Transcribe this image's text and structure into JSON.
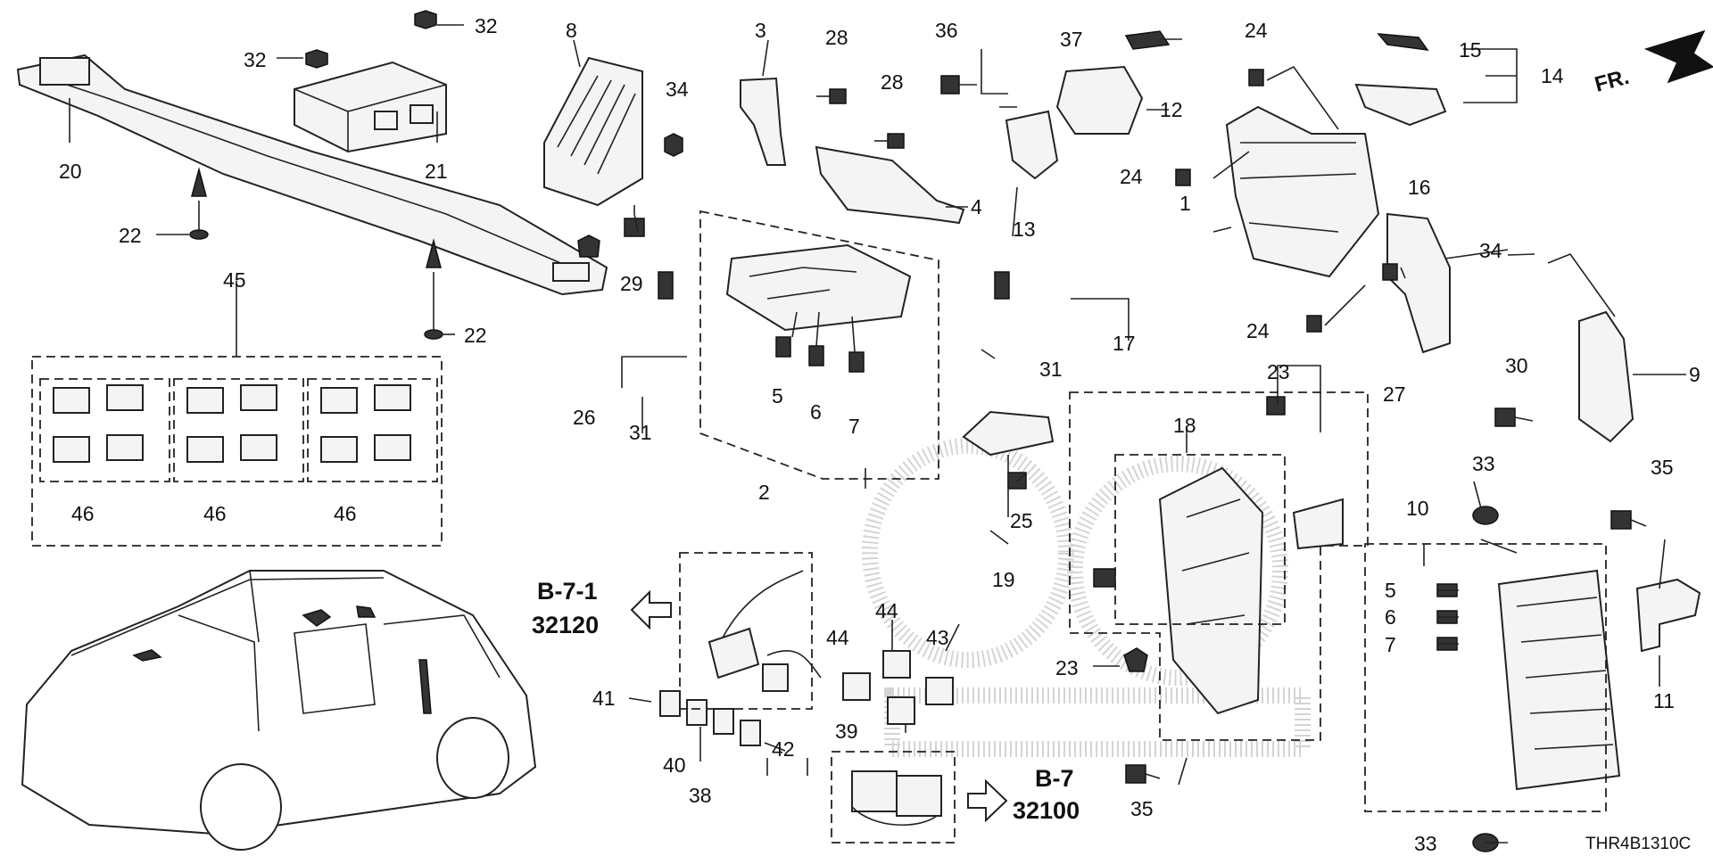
{
  "parts": [
    {
      "ref": "1"
    },
    {
      "ref": "2"
    },
    {
      "ref": "3"
    },
    {
      "ref": "4"
    },
    {
      "ref": "5"
    },
    {
      "ref": "6"
    },
    {
      "ref": "7"
    },
    {
      "ref": "8"
    },
    {
      "ref": "9"
    },
    {
      "ref": "10"
    },
    {
      "ref": "11"
    },
    {
      "ref": "12"
    },
    {
      "ref": "13"
    },
    {
      "ref": "14"
    },
    {
      "ref": "15"
    },
    {
      "ref": "16"
    },
    {
      "ref": "17"
    },
    {
      "ref": "18"
    },
    {
      "ref": "19"
    },
    {
      "ref": "20"
    },
    {
      "ref": "21"
    },
    {
      "ref": "22"
    },
    {
      "ref": "23"
    },
    {
      "ref": "24"
    },
    {
      "ref": "25"
    },
    {
      "ref": "26"
    },
    {
      "ref": "27"
    },
    {
      "ref": "28"
    },
    {
      "ref": "29"
    },
    {
      "ref": "30"
    },
    {
      "ref": "31"
    },
    {
      "ref": "32"
    },
    {
      "ref": "33"
    },
    {
      "ref": "34"
    },
    {
      "ref": "35"
    },
    {
      "ref": "36"
    },
    {
      "ref": "37"
    },
    {
      "ref": "38"
    },
    {
      "ref": "39"
    },
    {
      "ref": "40"
    },
    {
      "ref": "41"
    },
    {
      "ref": "42"
    },
    {
      "ref": "43"
    },
    {
      "ref": "44"
    },
    {
      "ref": "45"
    },
    {
      "ref": "46"
    }
  ],
  "references": [
    {
      "section": "B-7-1",
      "code": "32120"
    },
    {
      "section": "B-7",
      "code": "32100"
    }
  ],
  "direction_label": "FR.",
  "diagram_code": "THR4B1310C"
}
